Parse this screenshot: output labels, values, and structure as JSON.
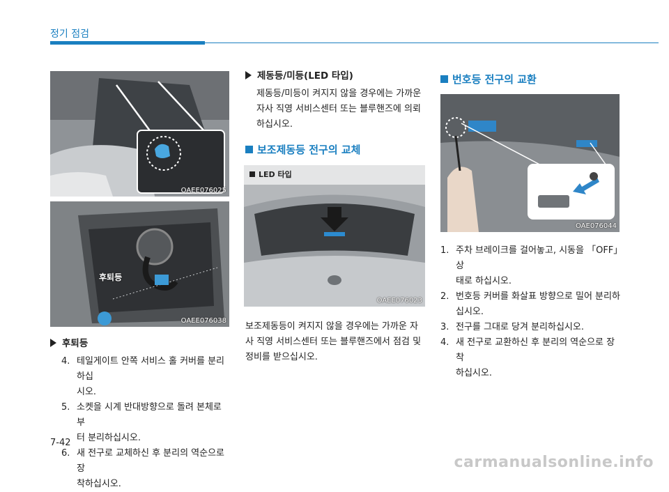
{
  "header": {
    "title": "정기 점검"
  },
  "images": {
    "tailgate": {
      "code": "OAEE076025"
    },
    "rear_lamp": {
      "code": "OAEE076038",
      "label": "후퇴등"
    },
    "rear_car": {
      "code": "OAEE076023",
      "label": "LED 타입"
    },
    "plate": {
      "code": "OAE076044"
    }
  },
  "col1": {
    "heading": "후퇴등",
    "items": [
      {
        "num": "4.",
        "text_lines": [
          "테일게이트 안쪽 서비스 홀 커버를 분리하십",
          "시오."
        ]
      },
      {
        "num": "5.",
        "text_lines": [
          "소켓을 시계 반대방향으로 돌려 본체로 부",
          "터 분리하십시오."
        ]
      },
      {
        "num": "6.",
        "text_lines": [
          "새 전구로 교체하신 후 분리의 역순으로 장",
          "착하십시오."
        ]
      }
    ]
  },
  "col2": {
    "heading": "제동등/미등(LED 타입)",
    "para1_lines": [
      "제동등/미등이 켜지지 않을 경우에는 가까운",
      "자사 직영 서비스센터 또는 블루핸즈에 의뢰",
      "하십시오."
    ],
    "section_title": "보조제동등 전구의 교체",
    "para2_lines": [
      "보조제동등이 켜지지 않을 경우에는 가까운 자",
      "사 직영 서비스센터 또는 블루핸즈에서 점검 및",
      "정비를 받으십시오."
    ]
  },
  "col3": {
    "section_title": "번호등 전구의 교환",
    "items": [
      {
        "num": "1.",
        "text_lines": [
          "주차 브레이크를 걸어놓고, 시동을 「OFF」 상",
          "태로 하십시오."
        ]
      },
      {
        "num": "2.",
        "text_lines": [
          "번호등 커버를 화살표 방향으로 밀어 분리하",
          "십시오."
        ]
      },
      {
        "num": "3.",
        "text_lines": [
          "전구를 그대로 당겨 분리하십시오."
        ]
      },
      {
        "num": "4.",
        "text_lines": [
          "새 전구로 교환하신 후 분리의 역순으로 장착",
          "하십시오."
        ]
      }
    ]
  },
  "footer": {
    "page": "7-42",
    "watermark": "carmanualsonline.info"
  }
}
